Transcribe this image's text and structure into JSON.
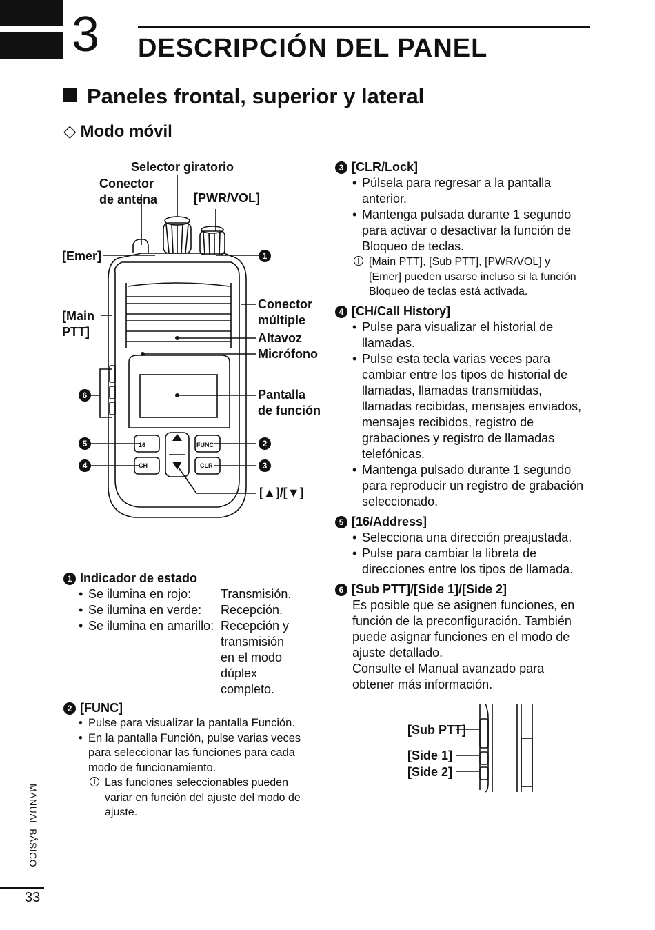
{
  "chapter": {
    "number": "3",
    "title": "DESCRIPCIÓN DEL PANEL"
  },
  "section": {
    "title": "Paneles frontal, superior y lateral"
  },
  "subsection": {
    "title": "Modo móvil"
  },
  "diagram": {
    "labels": {
      "rotary": "Selector giratorio",
      "connector1": "Conector",
      "connector2": "de antena",
      "pwrvol": "[PWR/VOL]",
      "emer": "[Emer]",
      "mainptt1": "[Main",
      "mainptt2": "PTT]",
      "multi1": "Conector",
      "multi2": "múltiple",
      "speaker": "Altavoz",
      "mic": "Micrófono",
      "display1": "Pantalla",
      "display2": "de función",
      "updown": "[▲]/[▼]"
    },
    "callouts": [
      "1",
      "2",
      "3",
      "4",
      "5",
      "6"
    ],
    "keys": {
      "func": "FUNC",
      "clr": "CLR",
      "ch": "CH",
      "sixteen": "16"
    }
  },
  "left_sections": {
    "status": {
      "num": "1",
      "title": "Indicador de estado",
      "rows": [
        {
          "label": "Se ilumina en rojo:",
          "value": "Transmisión."
        },
        {
          "label": "Se ilumina en verde:",
          "value": "Recepción."
        },
        {
          "label": "Se ilumina en amarillo:",
          "value": "Recepción y transmisión en el modo dúplex completo."
        }
      ]
    },
    "func": {
      "num": "2",
      "title": "[FUNC]",
      "bullets": [
        "Pulse para visualizar la pantalla Función.",
        "En la pantalla Función, pulse varias veces para seleccionar las funciones para cada modo de funcionamiento."
      ],
      "note": "Las funciones seleccionables pueden variar en función del ajuste del modo de ajuste."
    }
  },
  "right_sections": {
    "clr": {
      "num": "3",
      "title": "[CLR/Lock]",
      "bullets": [
        "Púlsela para regresar a la pantalla anterior.",
        "Mantenga pulsada durante 1 segundo para activar o desactivar la función de Bloqueo de teclas."
      ],
      "note": "[Main PTT], [Sub PTT], [PWR/VOL] y [Emer] pueden usarse incluso si la función Bloqueo de teclas está activada."
    },
    "ch": {
      "num": "4",
      "title": "[CH/Call History]",
      "bullets": [
        "Pulse para visualizar el historial de llamadas.",
        "Pulse esta tecla varias veces para cambiar entre los tipos de historial de llamadas, llamadas transmitidas, llamadas recibidas, mensajes enviados, mensajes recibidos, registro de grabaciones y registro de llamadas telefónicas.",
        "Mantenga pulsado durante 1 segundo para reproducir un registro de grabación seleccionado."
      ]
    },
    "address": {
      "num": "5",
      "title": "[16/Address]",
      "bullets": [
        "Selecciona una dirección preajustada.",
        "Pulse para cambiar la libreta de direcciones entre los tipos de llamada."
      ]
    },
    "side": {
      "num": "6",
      "title": "[Sub PTT]/[Side 1]/[Side 2]",
      "para1": "Es posible que se asignen funciones, en función de la preconfiguración. También puede asignar funciones en el modo de ajuste detallado.",
      "para2": "Consulte el Manual avanzado para obtener más información.",
      "fig_labels": [
        "[Sub PTT]",
        "[Side 1]",
        "[Side 2]"
      ]
    }
  },
  "footer": {
    "side_label": "MANUAL BÁSICO",
    "page": "33"
  }
}
